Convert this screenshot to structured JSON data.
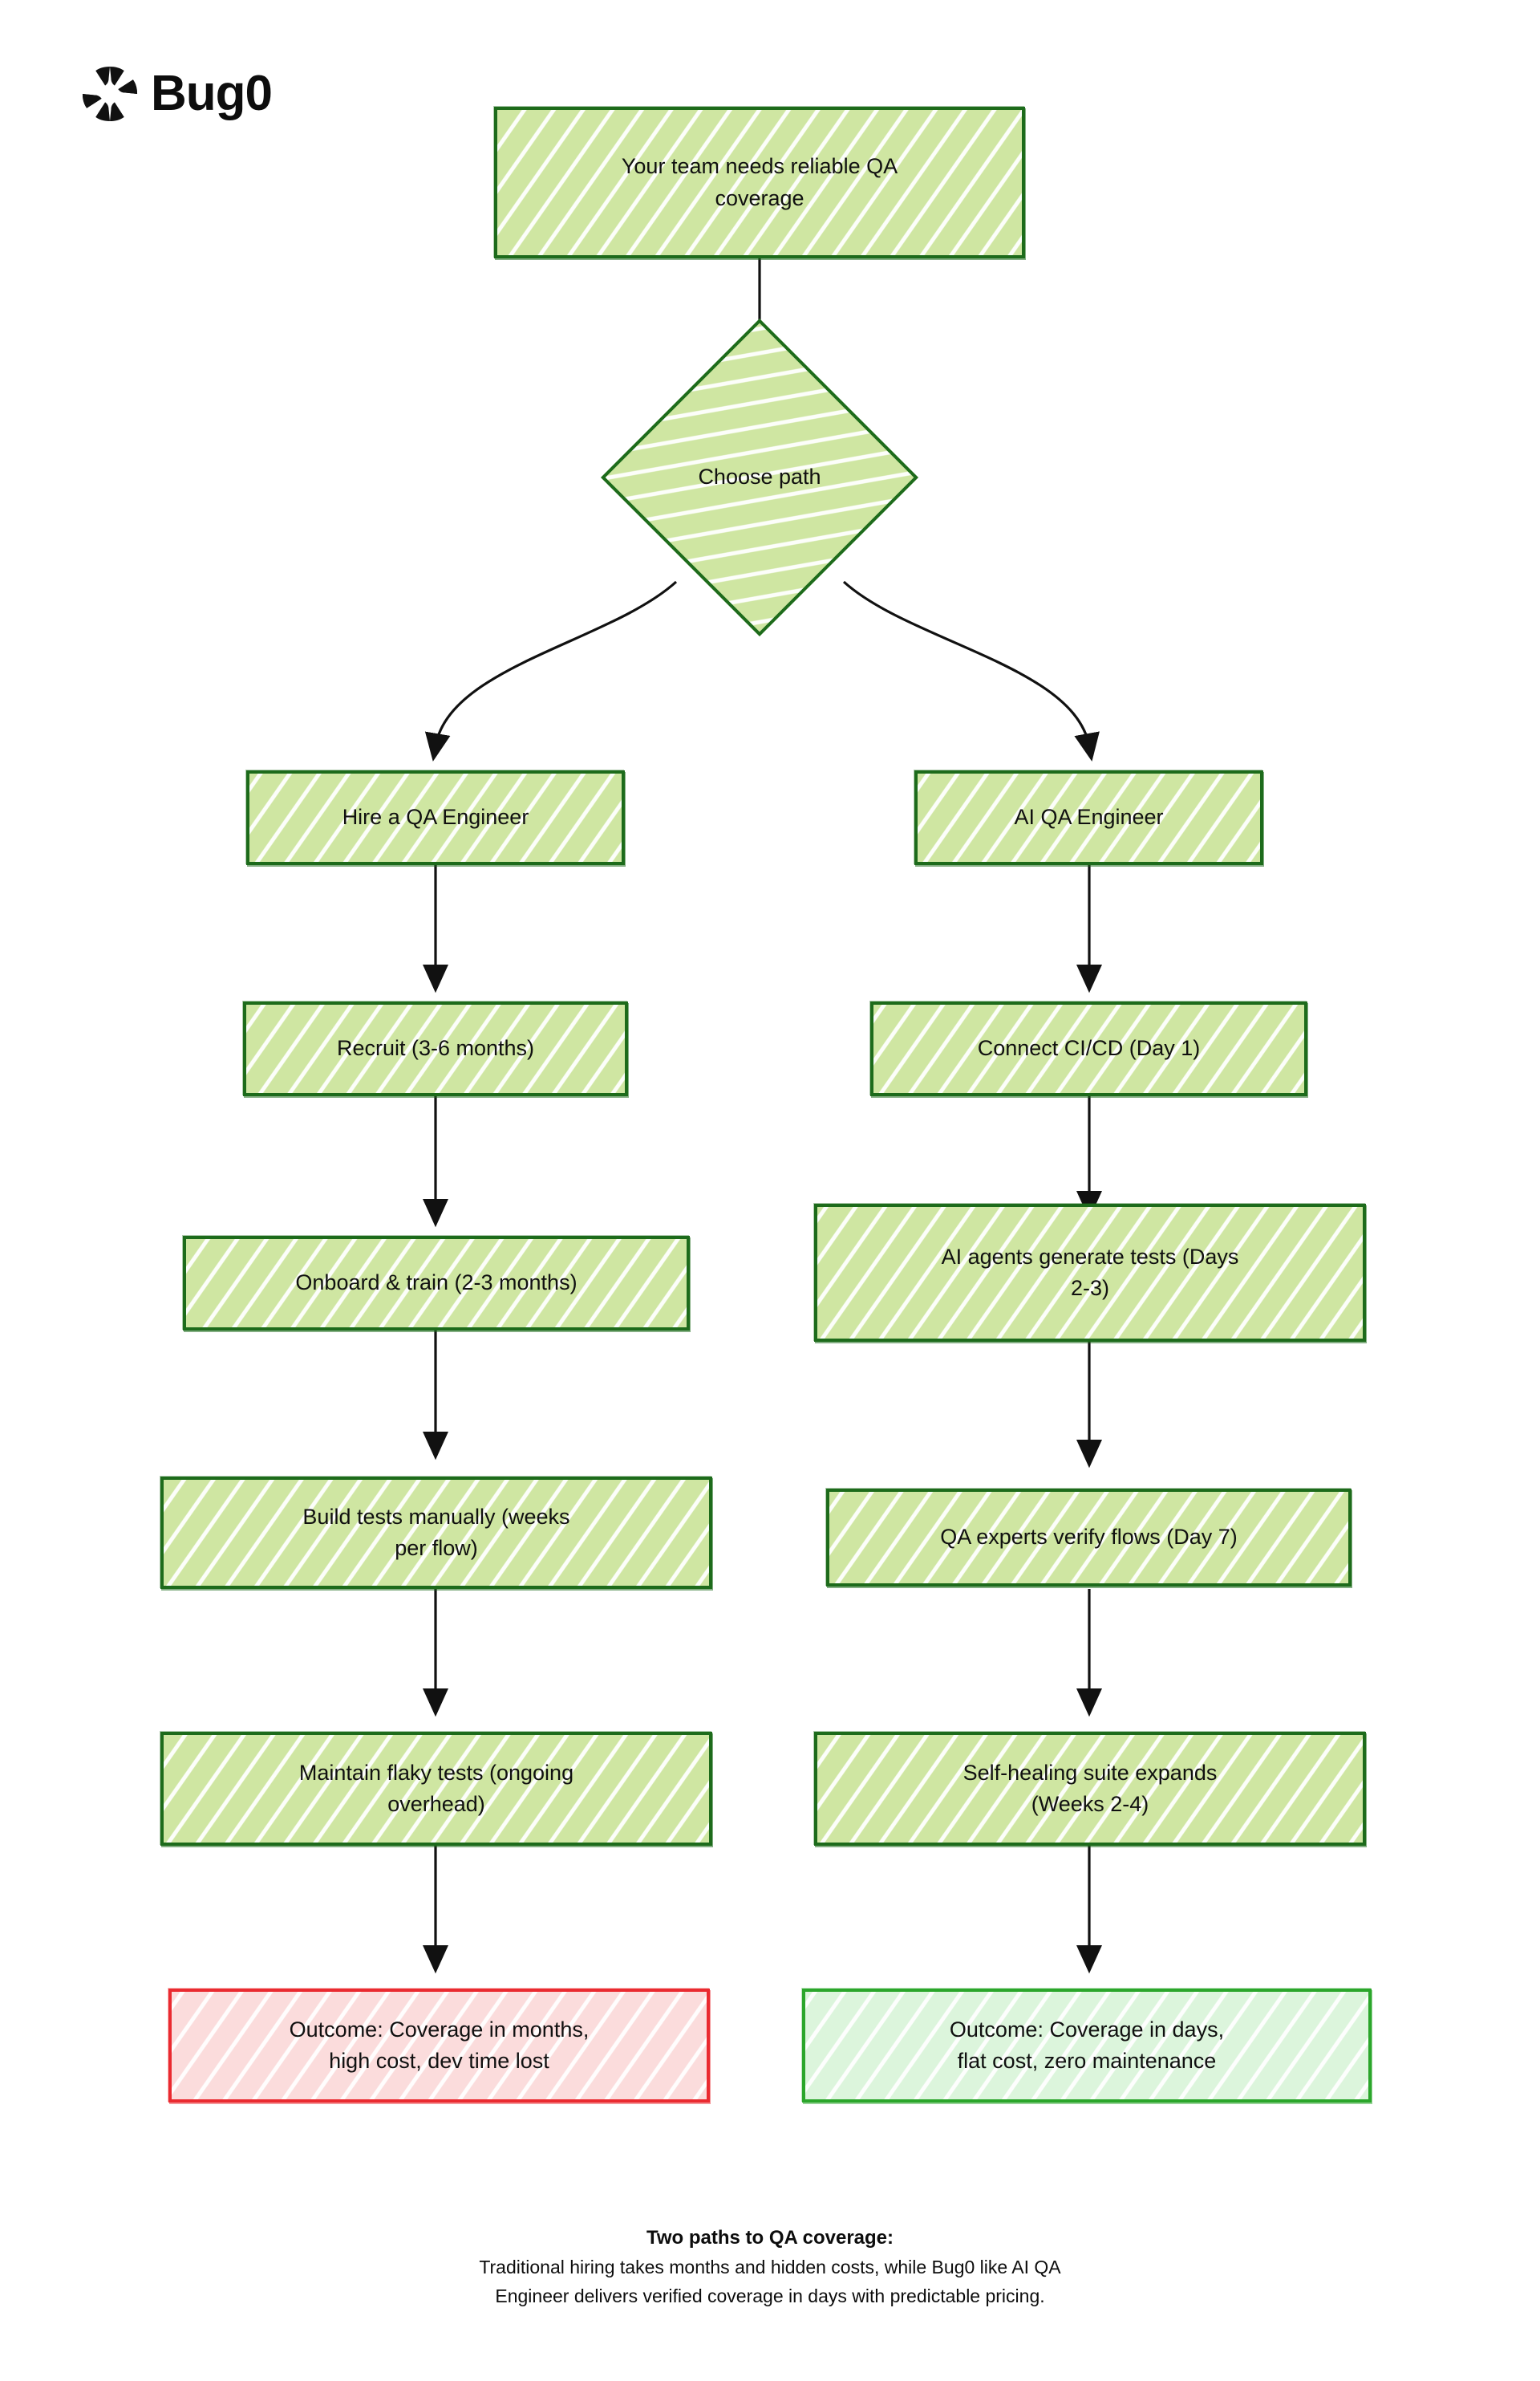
{
  "brand": {
    "name": "Bug0",
    "logo_icon": "pinwheel-asterisk-icon"
  },
  "flowchart": {
    "style": "hand-drawn sketch",
    "colors": {
      "node_fill": "#cfe6a2",
      "node_stroke": "#1d6b1b",
      "negative_fill": "#fbdcdc",
      "negative_stroke": "#ea2a30",
      "positive_fill": "#dcf5dc",
      "positive_stroke": "#2ba62b",
      "edge": "#111111"
    },
    "start": {
      "label": "Your team needs reliable QA\ncoverage"
    },
    "decision": {
      "label": "Choose path"
    },
    "left_branch": {
      "name": "traditional-hiring-path",
      "steps": [
        {
          "label": "Hire a QA Engineer"
        },
        {
          "label": "Recruit (3-6 months)"
        },
        {
          "label": "Onboard & train (2-3 months)"
        },
        {
          "label": "Build tests manually (weeks\nper flow)"
        },
        {
          "label": "Maintain flaky tests (ongoing\noverhead)"
        }
      ],
      "outcome": {
        "label": "Outcome: Coverage in months,\nhigh cost, dev time lost",
        "tone": "negative"
      }
    },
    "right_branch": {
      "name": "ai-qa-engineer-path",
      "steps": [
        {
          "label": "AI QA Engineer"
        },
        {
          "label": "Connect CI/CD (Day 1)"
        },
        {
          "label": "AI agents generate tests (Days\n2-3)"
        },
        {
          "label": "QA experts verify flows (Day 7)"
        },
        {
          "label": "Self-healing suite expands\n(Weeks 2-4)"
        }
      ],
      "outcome": {
        "label": "Outcome: Coverage in days,\nflat cost, zero maintenance",
        "tone": "positive"
      }
    }
  },
  "caption": {
    "title": "Two paths to QA coverage:",
    "line1": "Traditional hiring takes months and hidden costs, while Bug0 like AI QA",
    "line2": "Engineer delivers verified coverage in days with predictable pricing."
  }
}
